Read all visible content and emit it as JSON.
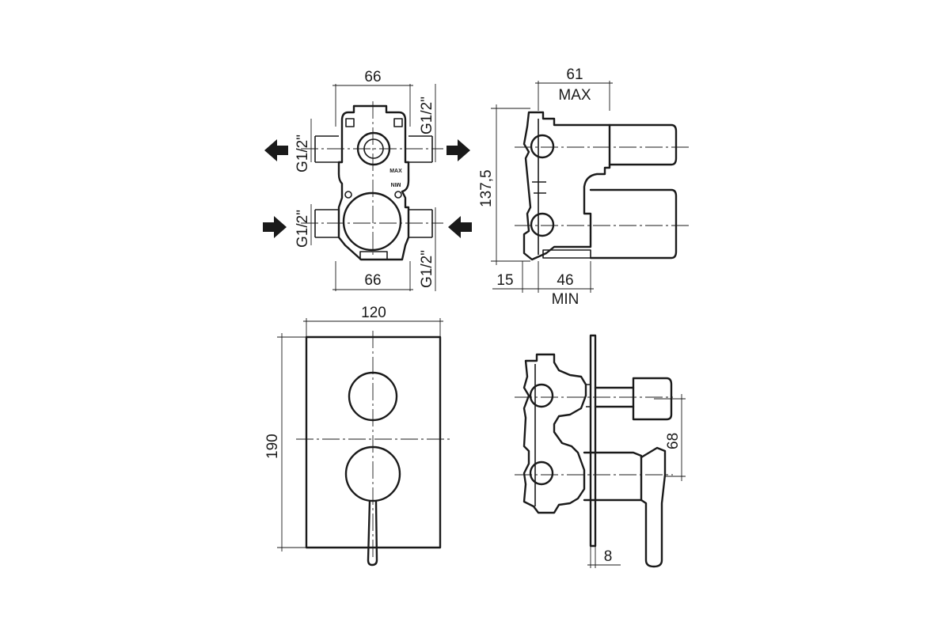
{
  "dimensions": {
    "body_width_top": "66",
    "body_width_bottom": "66",
    "thread_top_right": "G1/2\"",
    "thread_left_top": "G1/2\"",
    "thread_left_bottom": "G1/2\"",
    "thread_bottom_right": "G1/2\"",
    "max_depth": "61",
    "max_label": "MAX",
    "height": "137,5",
    "offset": "15",
    "min_depth": "46",
    "min_label": "MIN",
    "plate_width": "120",
    "plate_height": "190",
    "axis_spacing": "68",
    "plate_thickness": "8"
  },
  "body_marks": {
    "max": "MAX",
    "min": "MIN"
  },
  "flow_arrows": [
    "arrow-out-left",
    "arrow-out-right",
    "arrow-in-left",
    "arrow-in-right"
  ],
  "colors": {
    "line": "#1a1a1a",
    "background": "#ffffff"
  }
}
